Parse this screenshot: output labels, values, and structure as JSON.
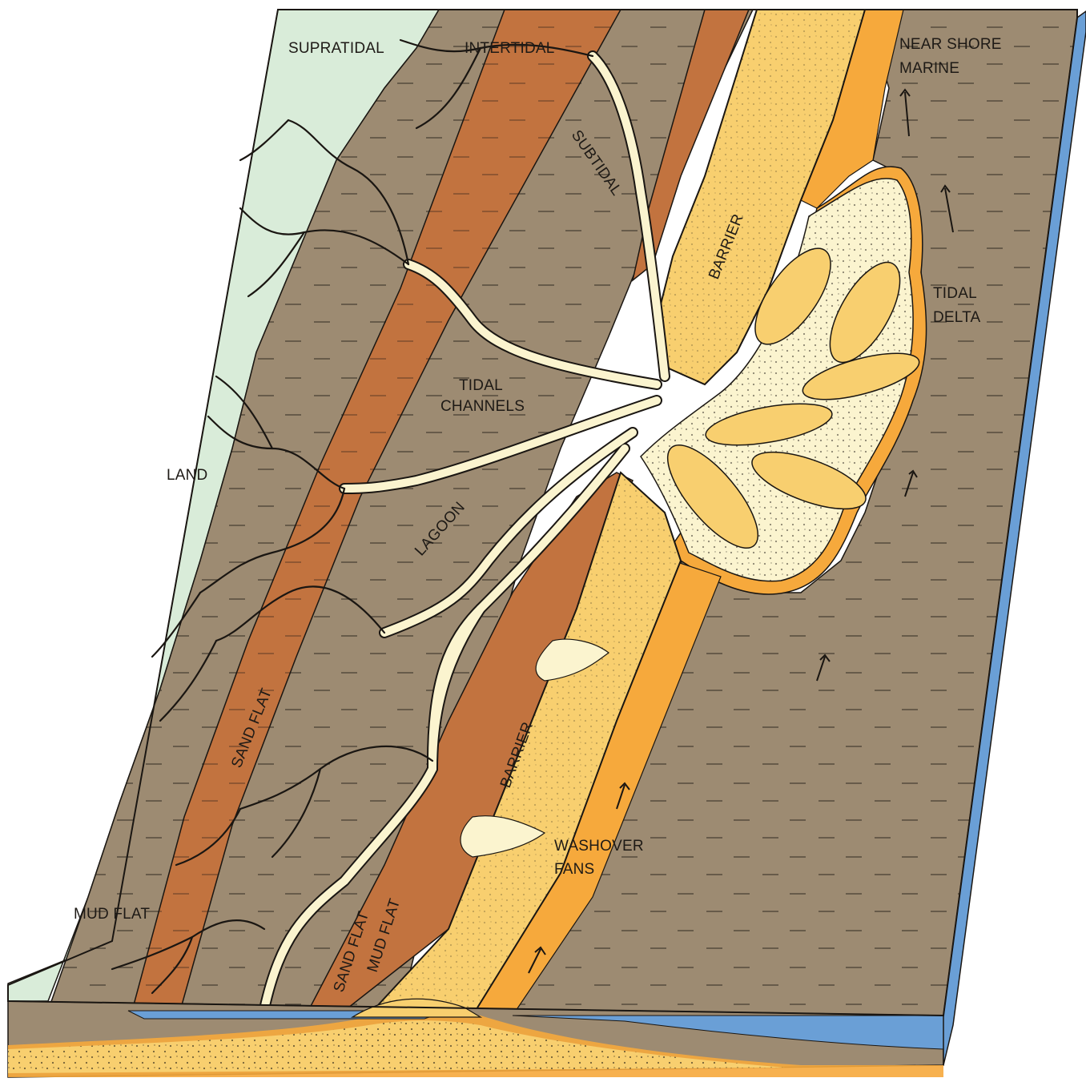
{
  "diagram": {
    "labels": {
      "supratidal": "SUPRATIDAL",
      "intertidal": "INTERTIDAL",
      "subtidal": "SUBTIDAL",
      "near_shore_line1": "NEAR SHORE",
      "near_shore_line2": "MARINE",
      "barrier_north": "BARRIER",
      "tidal_delta_line1": "TIDAL",
      "tidal_delta_line2": "DELTA",
      "tidal_channels_line1": "TIDAL",
      "tidal_channels_line2": "CHANNELS",
      "land": "LAND",
      "lagoon": "LAGOON",
      "sand_flat_west": "SAND FLAT",
      "barrier_south": "BARRIER",
      "washover_line1": "WASHOVER",
      "washover_line2": "FANS",
      "mud_flat_west": "MUD FLAT",
      "sand_flat_east": "SAND FLAT",
      "mud_flat_east": "MUD FLAT"
    },
    "colors": {
      "land": "#d9ecd9",
      "mud": "#9d8b72",
      "sand_flat": "#c2733f",
      "barrier": "#f8cf6f",
      "beach": "#f6a93c",
      "delta_sand": "#fbf4cf",
      "water": "#6a9fd6",
      "outline": "#1a1612"
    }
  }
}
